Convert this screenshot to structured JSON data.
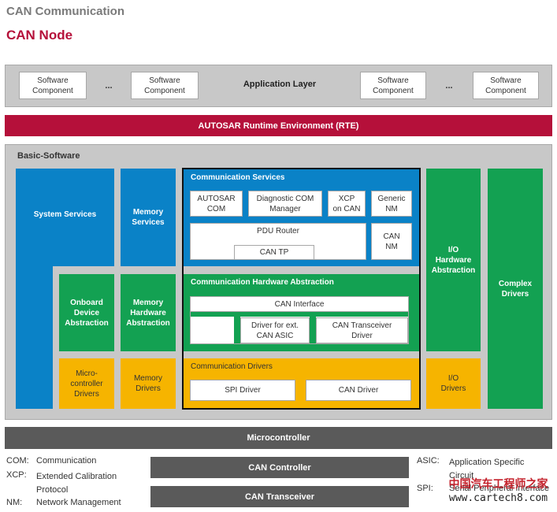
{
  "header": {
    "title": "CAN Communication",
    "subtitle": "CAN Node"
  },
  "app_layer": {
    "label": "Application Layer",
    "components": [
      "Software\nComponent",
      "Software\nComponent",
      "Software\nComponent",
      "Software\nComponent"
    ],
    "ellipsis": "..."
  },
  "rte": {
    "label": "AUTOSAR Runtime Environment (RTE)"
  },
  "bsw": {
    "label": "Basic-Software",
    "system_services": "System Services",
    "memory_services": "Memory\nServices",
    "onboard_device_abstraction": "Onboard\nDevice\nAbstraction",
    "memory_hardware_abstraction": "Memory\nHardware\nAbstraction",
    "microcontroller_drivers": "Micro-\ncontroller\nDrivers",
    "memory_drivers": "Memory\nDrivers",
    "io_hardware_abstraction": "I/O\nHardware\nAbstraction",
    "io_drivers": "I/O\nDrivers",
    "complex_drivers": "Complex\nDrivers",
    "comm_services": {
      "title": "Communication Services",
      "autosar_com": "AUTOSAR\nCOM",
      "diag_com_manager": "Diagnostic COM\nManager",
      "xcp_on_can": "XCP\non CAN",
      "generic_nm": "Generic\nNM",
      "pdu_router": "PDU Router",
      "can_tp": "CAN TP",
      "can_nm": "CAN\nNM"
    },
    "comm_hw_abstraction": {
      "title": "Communication Hardware Abstraction",
      "can_interface": "CAN Interface",
      "driver_ext_can_asic": "Driver for ext.\nCAN ASIC",
      "can_transceiver_driver": "CAN Transceiver\nDriver"
    },
    "comm_drivers": {
      "title": "Communication Drivers",
      "spi_driver": "SPI Driver",
      "can_driver": "CAN Driver"
    }
  },
  "microcontroller": {
    "label": "Microcontroller"
  },
  "can_controller": {
    "label": "CAN Controller"
  },
  "can_transceiver": {
    "label": "CAN Transceiver"
  },
  "legend_left": [
    {
      "abbr": "COM:",
      "text": "Communication"
    },
    {
      "abbr": "XCP:",
      "text": "Extended Calibration\nProtocol"
    },
    {
      "abbr": "NM:",
      "text": "Network Management"
    }
  ],
  "legend_right": [
    {
      "abbr": "ASIC:",
      "text": "Application Specific\nCircuit"
    },
    {
      "abbr": "SPI:",
      "text": "Serial Peripheral Interface"
    }
  ],
  "watermark": {
    "line1": "中国汽车工程师之家",
    "line2": "www.cartech8.com"
  },
  "colors": {
    "blue": "#0a82c7",
    "green": "#13a152",
    "yellow": "#f6b400",
    "red": "#b5103a",
    "dark_gray": "#5a5a5a",
    "light_gray": "#c8c8c8"
  }
}
